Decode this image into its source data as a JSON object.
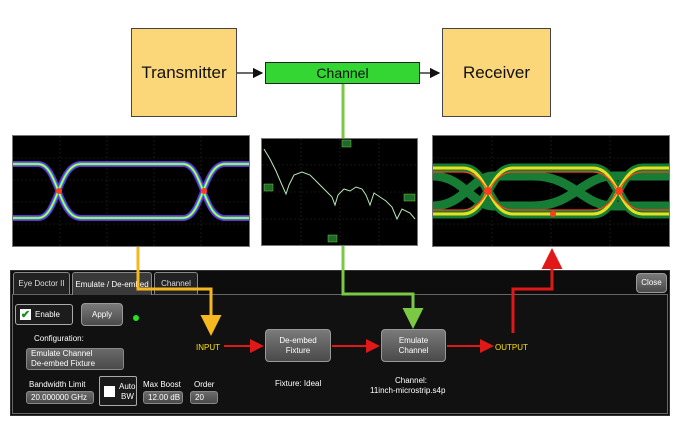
{
  "diagram": {
    "transmitter": "Transmitter",
    "channel": "Channel",
    "receiver": "Receiver"
  },
  "colors": {
    "block_fill": "#fbd77a",
    "channel_fill": "#33d633",
    "arrow_yellow": "#f5b820",
    "arrow_green": "#7ac843",
    "arrow_red": "#e01818",
    "label_yellow": "#ffe000"
  },
  "scope_middle": {
    "markers": [
      "1Ⓢ",
      "1Ⓢ",
      "1Ⓢ",
      "1Ⓢ"
    ]
  },
  "panel": {
    "tabs": [
      "Eye Doctor II",
      "Emulate / De-embed",
      "Channel"
    ],
    "close_label": "Close",
    "enable_label": "Enable",
    "apply_label": "Apply",
    "configuration_label": "Configuration:",
    "configuration_value_1": "Emulate Channel",
    "configuration_value_2": "De-embed Fixture",
    "bandwidth_label": "Bandwidth Limit",
    "bandwidth_value": "20.000000 GHz",
    "auto_bw_label_1": "Auto",
    "auto_bw_label_2": "BW",
    "max_boost_label": "Max Boost",
    "max_boost_value": "12.00 dB",
    "order_label": "Order",
    "order_value": "20",
    "input_label": "INPUT",
    "output_label": "OUTPUT",
    "deembed_button_1": "De-embed",
    "deembed_button_2": "Fixture",
    "emulate_button_1": "Emulate",
    "emulate_button_2": "Channel",
    "fixture_label": "Fixture: Ideal",
    "channel_caption": "Channel:",
    "channel_file": "11inch-microstrip.s4p"
  }
}
